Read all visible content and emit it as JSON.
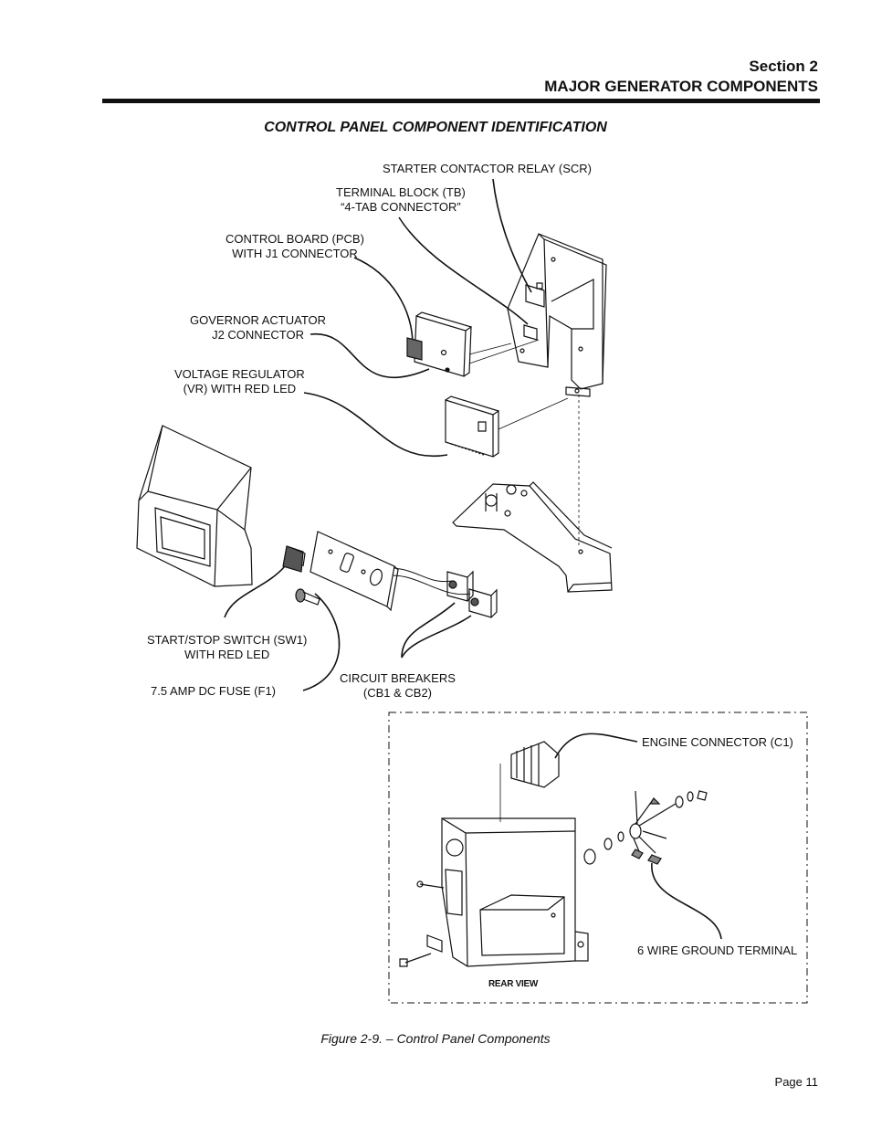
{
  "header": {
    "section": "Section 2",
    "title": "MAJOR GENERATOR COMPONENTS"
  },
  "diagram": {
    "title": "CONTROL PANEL COMPONENT IDENTIFICATION",
    "labels": {
      "scr": "STARTER CONTACTOR RELAY (SCR)",
      "tb_line1": "TERMINAL BLOCK (TB)",
      "tb_line2": "“4-TAB CONNECTOR”",
      "pcb_line1": "CONTROL BOARD (PCB)",
      "pcb_line2": "WITH J1 CONNECTOR",
      "gov_line1": "GOVERNOR ACTUATOR",
      "gov_line2": "J2 CONNECTOR",
      "vr_line1": "VOLTAGE REGULATOR",
      "vr_line2": "(VR) WITH RED LED",
      "sw_line1": "START/STOP SWITCH (SW1)",
      "sw_line2": "WITH RED LED",
      "fuse": "7.5 AMP DC FUSE (F1)",
      "cb_line1": "CIRCUIT BREAKERS",
      "cb_line2": "(CB1 & CB2)",
      "c1": "ENGINE CONNECTOR (C1)",
      "ground": "6 WIRE GROUND TERMINAL",
      "rear_view": "REAR VIEW"
    }
  },
  "figure": {
    "caption": "Figure 2-9. – Control Panel Components"
  },
  "footer": {
    "page": "Page 11"
  }
}
